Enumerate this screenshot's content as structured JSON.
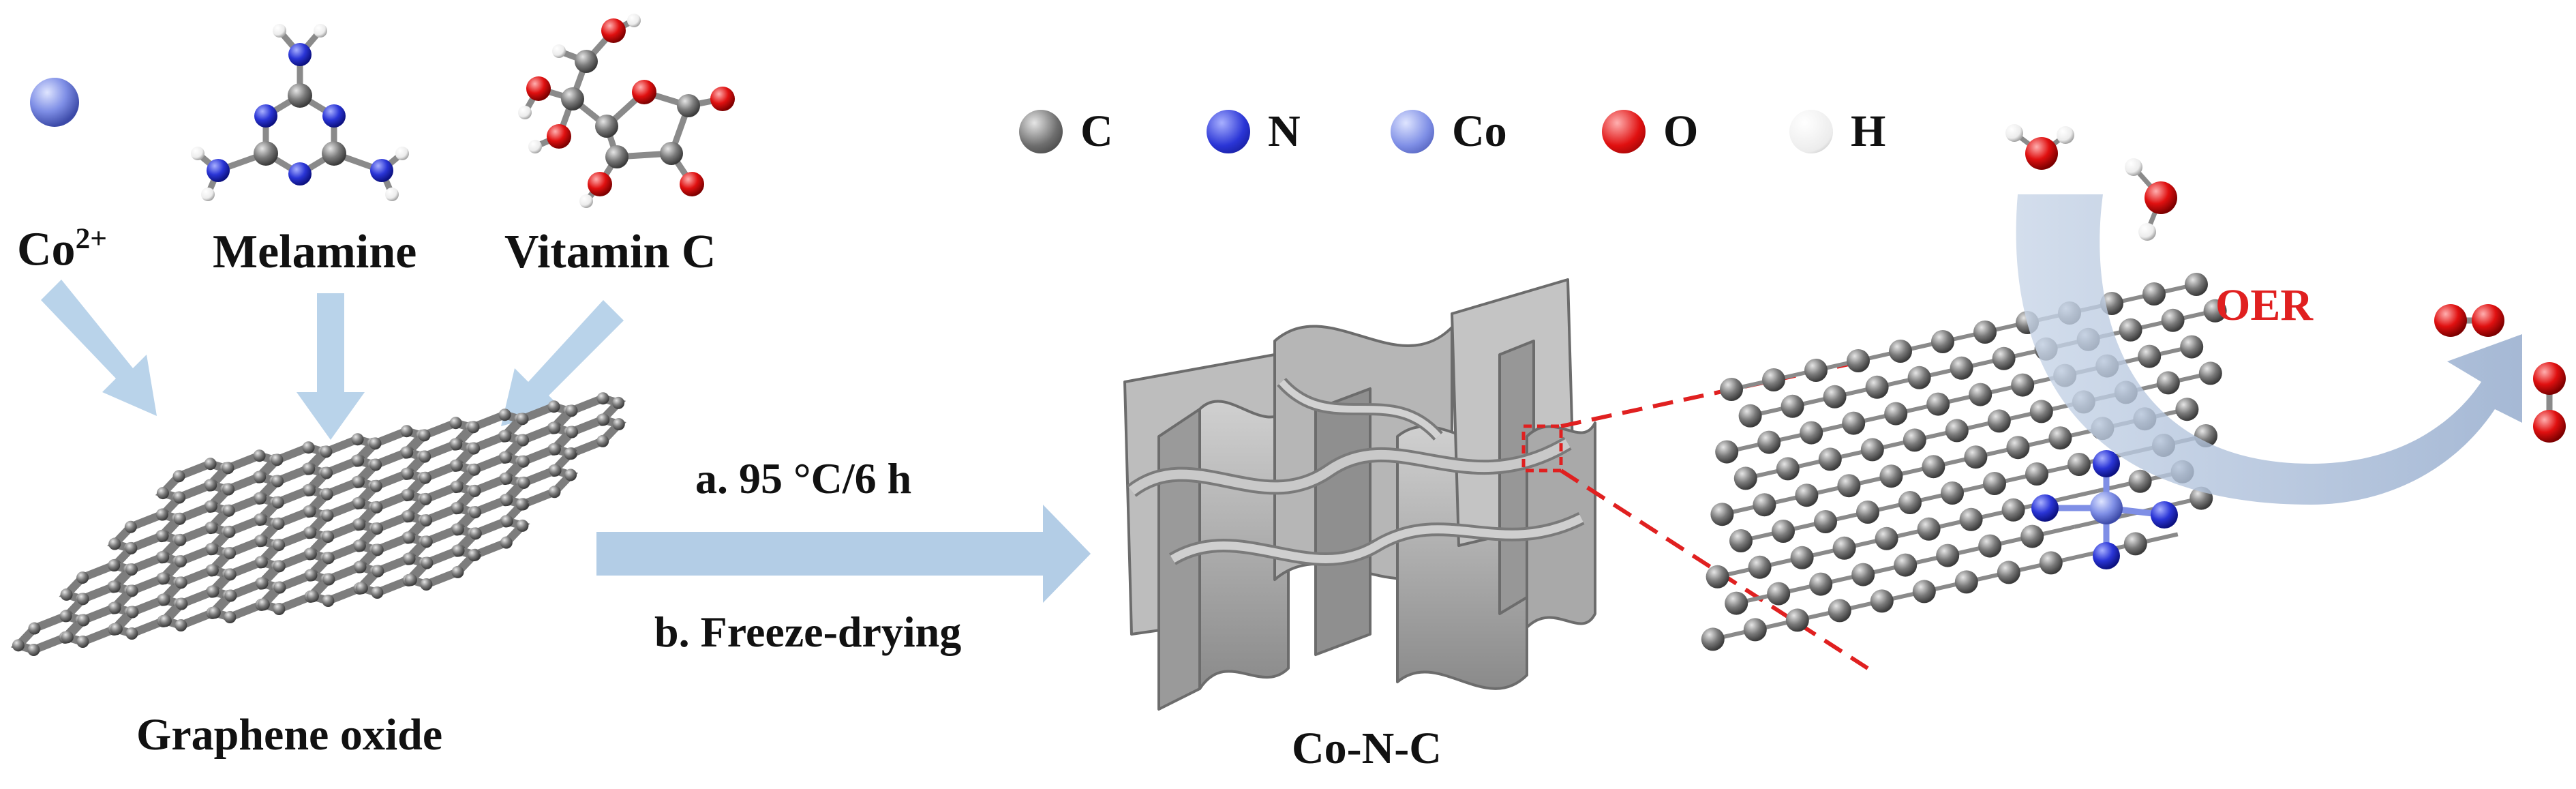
{
  "precursors": {
    "co_label": "Co",
    "co_sup": "2+",
    "melamine_label": "Melamine",
    "vitaminc_label": "Vitamin C"
  },
  "graphene_label": "Graphene oxide",
  "process": {
    "step_a": "a. 95 °C/6 h",
    "step_b": "b. Freeze-drying"
  },
  "product_label": "Co-N-C",
  "reaction_label": "OER",
  "legend": [
    {
      "symbol": "C",
      "color": "#6e6e6e"
    },
    {
      "symbol": "N",
      "color": "#2a35d6"
    },
    {
      "symbol": "Co",
      "color": "#7f8fe6"
    },
    {
      "symbol": "O",
      "color": "#e01010"
    },
    {
      "symbol": "H",
      "color": "#f2f2f2"
    }
  ],
  "colors": {
    "arrow": "#b9d3ea",
    "reaction_arrow": "#9db3d2",
    "oer_text": "#e02020",
    "dashed_zoom": "#e02020",
    "sheet": "#a7a7a7"
  }
}
